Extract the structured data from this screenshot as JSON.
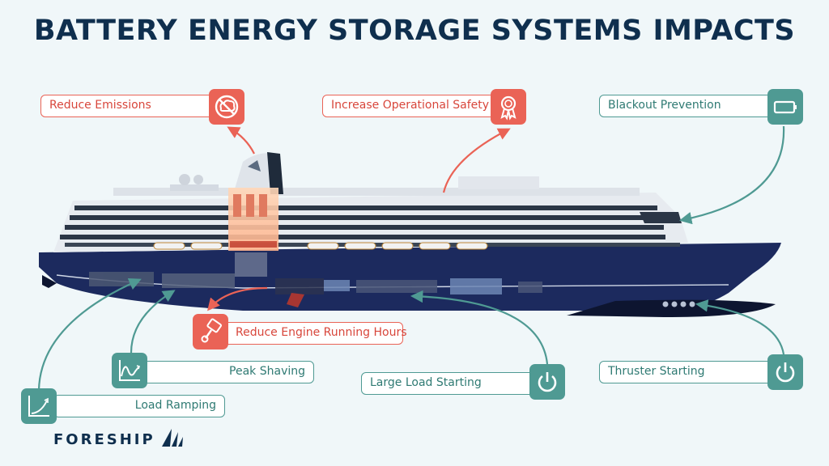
{
  "title": "BATTERY ENERGY STORAGE SYSTEMS IMPACTS",
  "logo": "FORESHIP",
  "colors": {
    "red": "#ea6356",
    "teal": "#4f9a93",
    "navy": "#0f2f4e",
    "hull": "#1c2a5e"
  },
  "callouts": {
    "reduce_emissions": {
      "label": "Reduce Emissions",
      "icon": "no-emissions-icon"
    },
    "operational_safety": {
      "label": "Increase Operational Safety",
      "icon": "award-ribbon-icon"
    },
    "blackout": {
      "label": "Blackout Prevention",
      "icon": "battery-icon"
    },
    "engine_hours": {
      "label": "Reduce Engine Running Hours",
      "icon": "piston-icon"
    },
    "peak_shaving": {
      "label": "Peak Shaving",
      "icon": "peak-shaving-chart-icon"
    },
    "load_ramping": {
      "label": "Load Ramping",
      "icon": "load-ramping-chart-icon"
    },
    "large_load": {
      "label": "Large Load Starting",
      "icon": "power-icon"
    },
    "thruster": {
      "label": "Thruster Starting",
      "icon": "power-icon"
    }
  }
}
